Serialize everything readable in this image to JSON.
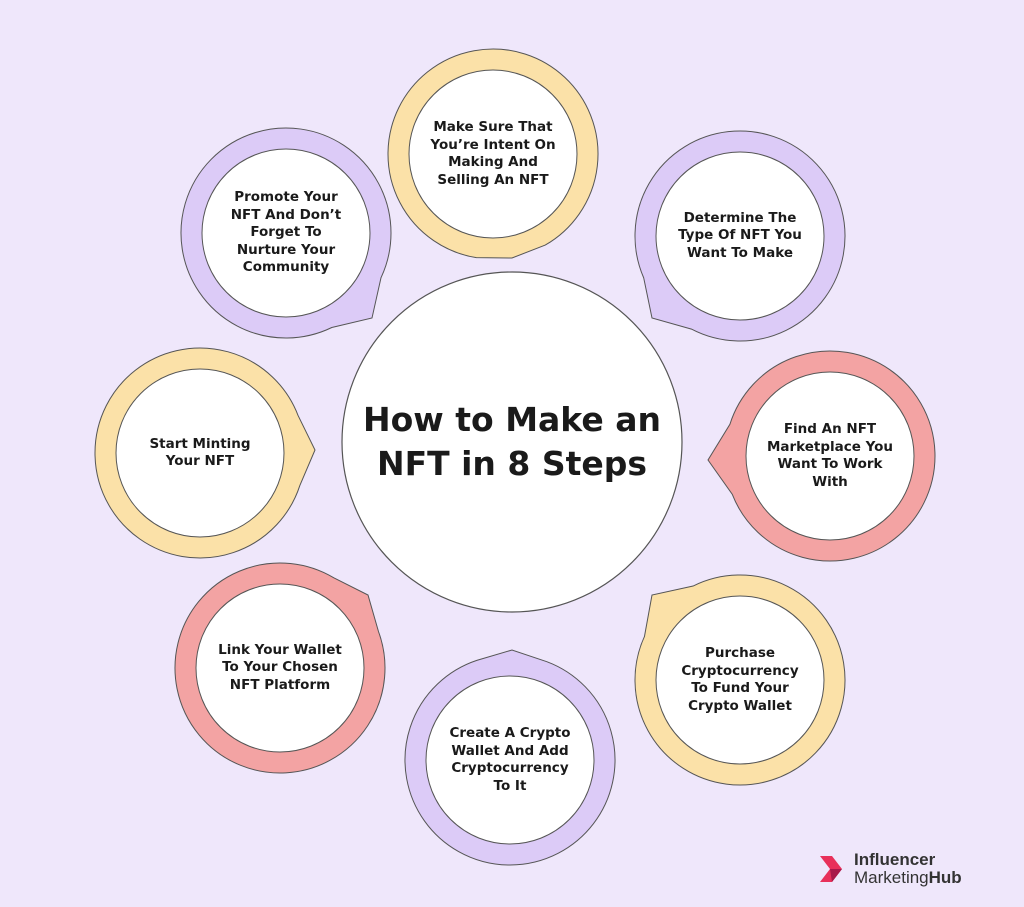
{
  "diagram": {
    "center_title": "How to Make an\nNFT in 8 Steps",
    "colors": {
      "background": "#efe7fb",
      "purple": "#dccbf7",
      "yellow": "#fbe1a8",
      "red": "#f3a3a3",
      "circle_fill": "#ffffff",
      "outline": "#555555"
    },
    "steps": [
      {
        "text": "Make Sure That\nYou’re Intent On\nMaking And\nSelling An NFT",
        "color": "yellow"
      },
      {
        "text": "Determine The\nType Of NFT You\nWant To Make",
        "color": "purple"
      },
      {
        "text": "Find An NFT\nMarketplace You\nWant To Work\nWith",
        "color": "red"
      },
      {
        "text": "Purchase\nCryptocurrency\nTo Fund Your\nCrypto Wallet",
        "color": "yellow"
      },
      {
        "text": "Create A Crypto\nWallet And Add\nCryptocurrency\nTo It",
        "color": "purple"
      },
      {
        "text": "Link Your Wallet\nTo Your Chosen\nNFT Platform",
        "color": "red"
      },
      {
        "text": "Start Minting\nYour NFT",
        "color": "yellow"
      },
      {
        "text": "Promote Your\nNFT And Don’t\nForget To\nNurture Your\nCommunity",
        "color": "purple"
      }
    ]
  },
  "brand": {
    "line1": "Influencer",
    "line2_regular": "Marketing",
    "line2_bold": "Hub",
    "colors": {
      "mark_primary": "#e8305a",
      "mark_secondary": "#a8184a"
    }
  }
}
